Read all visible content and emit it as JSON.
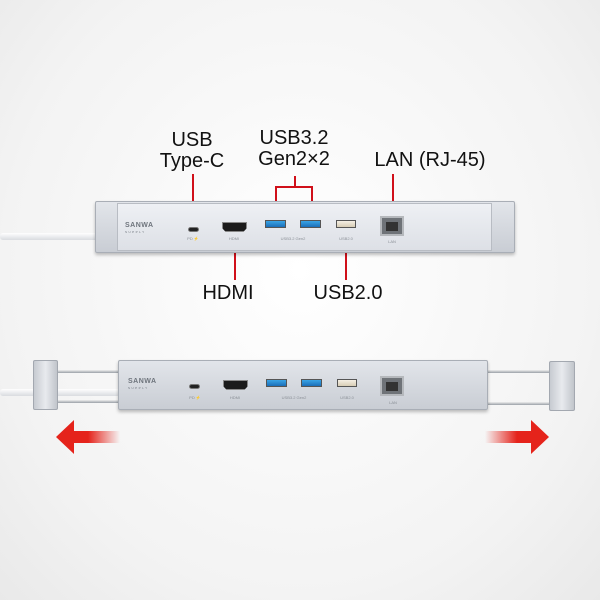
{
  "callouts": {
    "usb_typec": [
      "USB",
      "Type-C"
    ],
    "usb32": [
      "USB3.2",
      "Gen2×2"
    ],
    "lan": "LAN (RJ-45)",
    "hdmi": "HDMI",
    "usb20": "USB2.0"
  },
  "device_printing": {
    "brand": "SANWA",
    "brand_sub": "SUPPLY",
    "typec": "PD ⚡",
    "hdmi": "HDMI",
    "usb32": "USB3.2 Gen2",
    "usb20": "USB2.0",
    "lan": "LAN"
  },
  "colors": {
    "callout_line": "#d0101a",
    "arrow": "#e5231b",
    "usb3_port": "#2a8ad4"
  },
  "icons": {
    "left": "arrow-left-icon",
    "right": "arrow-right-icon"
  }
}
